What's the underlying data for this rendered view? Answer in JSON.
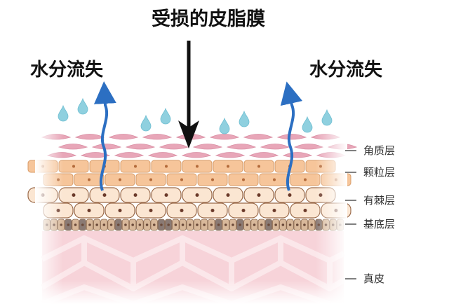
{
  "diagram": {
    "title": "受损的皮脂膜",
    "left_label": "水分流失",
    "right_label": "水分流失",
    "layers": [
      {
        "key": "stratum_corneum",
        "label": "角质层"
      },
      {
        "key": "granular",
        "label": "颗粒层"
      },
      {
        "key": "spinous",
        "label": "有棘层"
      },
      {
        "key": "basal",
        "label": "基底层"
      },
      {
        "key": "dermis",
        "label": "真皮"
      }
    ],
    "colors": {
      "corneum": "#e8a6b8",
      "granular_fill": "#f6c59a",
      "granular_stroke": "#d79a66",
      "spinous_fill": "#fbe6d2",
      "spinous_stroke": "#9a6a4a",
      "basal_fill": "#d8b89a",
      "basal_dark": "#8a7a74",
      "dermis_fill": "#f7d3d9",
      "dermis_line": "#fbe7ea",
      "drop": "#8fd0df",
      "water_arrow": "#2c6fc2",
      "black_arrow": "#111111"
    }
  }
}
